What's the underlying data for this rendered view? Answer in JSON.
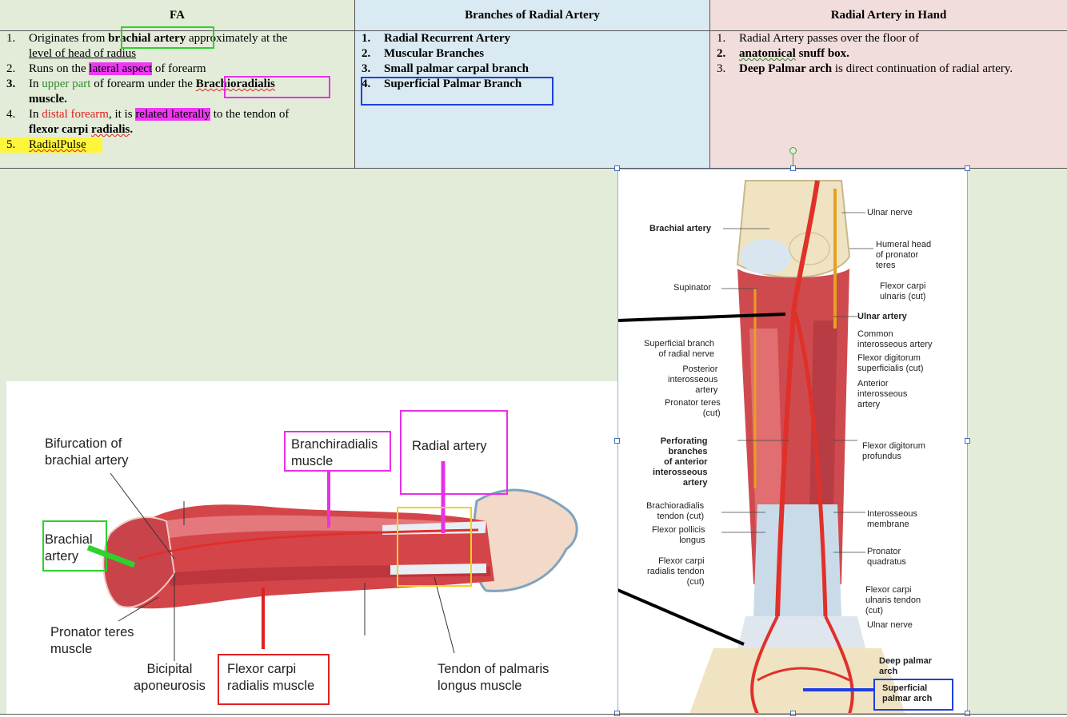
{
  "table": {
    "headers": [
      "FA",
      "Branches of Radial Artery",
      "Radial Artery in Hand"
    ],
    "col1": {
      "item1": {
        "num": "1.",
        "pre": "Originates from ",
        "bold": "brachial artery",
        "post": " approximately  at the",
        "line2": "level of head of radius"
      },
      "item2": {
        "num": "2.",
        "pre": "Runs on the ",
        "highlight": "lateral aspect",
        "post": " of forearm"
      },
      "item3": {
        "num": "3.",
        "pre": "In ",
        "green": "upper part",
        "mid": " of forearm under the ",
        "bold": "Brachioradialis",
        "line2": "muscle."
      },
      "item4": {
        "num": "4.",
        "pre": "In ",
        "red": "distal forearm",
        "mid": ", it is ",
        "highlight": "related laterally",
        "post": " to the tendon of",
        "line2_a": "flexor carpi ",
        "line2_b": "radialis",
        "line2_c": "."
      },
      "item5": {
        "num": "5.",
        "text": "RadialPulse"
      }
    },
    "col2": [
      {
        "num": "1.",
        "text": "Radial Recurrent Artery"
      },
      {
        "num": "2.",
        "text": "Muscular Branches"
      },
      {
        "num": "3.",
        "text": "Small palmar carpal branch"
      },
      {
        "num": "4.",
        "text": "Superficial Palmar Branch"
      }
    ],
    "col3": {
      "item1": {
        "num": "1.",
        "text": "Radial Artery passes over the floor of"
      },
      "item2": {
        "num": "2.",
        "a": "anatomical",
        "b": " snuff box."
      },
      "item3": {
        "num": "3.",
        "bold": "Deep Palmar arch",
        "post": " is direct continuation of radial artery."
      }
    }
  },
  "forearm_labels": {
    "bifurcation": "Bifurcation of\nbrachial artery",
    "branchiradialis": "Branchiradialis\nmuscle",
    "radial_artery": "Radial artery",
    "brachial_artery": "Brachial\nartery",
    "pronator_teres": "Pronator teres\nmuscle",
    "bicipital": "Bicipital\naponeurosis",
    "flexor_carpi": "Flexor carpi\nradialis muscle",
    "tendon_palmaris": "Tendon of palmaris\nlongus muscle"
  },
  "right_labels": {
    "ulnar_nerve_top": "Ulnar nerve",
    "brachial_artery": "Brachial artery",
    "humeral_head": "Humeral head\nof pronator\nteres",
    "supinator": "Supinator",
    "fcu_cut": "Flexor carpi\nulnaris (cut)",
    "ulnar_artery": "Ulnar artery",
    "common_interosseous": "Common\ninterosseous artery",
    "superficial_branch": "Superficial branch\nof radial nerve",
    "fds_cut": "Flexor digitorum\nsuperficialis (cut)",
    "posterior_interosseous": "Posterior\ninterosseous\nartery",
    "anterior_interosseous": "Anterior\ninterosseous\nartery",
    "pronator_teres_cut": "Pronator teres\n(cut)",
    "perforating": "Perforating\nbranches\nof anterior\ninterosseous\nartery",
    "fdp": "Flexor digitorum\nprofundus",
    "brachioradialis_tendon": "Brachioradialis\ntendon (cut)",
    "interosseous_membrane": "Interosseous\nmembrane",
    "fpl": "Flexor pollicis\nlongus",
    "pronator_quadratus": "Pronator\nquadratus",
    "fcr_tendon": "Flexor carpi\nradialis tendon\n(cut)",
    "fcu_tendon": "Flexor carpi\nulnaris tendon\n(cut)",
    "ulnar_nerve_bottom": "Ulnar nerve",
    "deep_palmar_arch": "Deep palmar\narch",
    "superficial_palmar_arch": "Superficial\npalmar arch"
  },
  "colors": {
    "col1_bg": "#e3ecd9",
    "col2_bg": "#d9eaf2",
    "col3_bg": "#f2dddd",
    "highlight_magenta": "#f037f5",
    "highlight_yellow": "#fff53a",
    "box_green": "#2ed12e",
    "box_blue": "#1f3fe0",
    "box_magenta": "#e830e8",
    "box_red": "#e02020",
    "box_yellow": "#f2d21a",
    "muscle_red": "#d4454a",
    "artery_red": "#e0302a"
  }
}
